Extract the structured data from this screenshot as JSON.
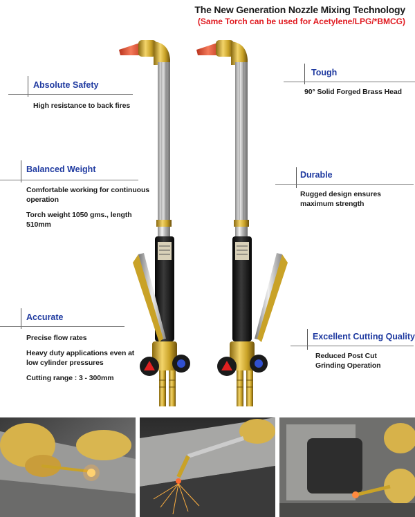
{
  "header": {
    "title": "The New Generation Nozzle Mixing Technology",
    "subtitle": "(Same Torch can be used for Acetylene/LPG/*BMCG)"
  },
  "features_left": [
    {
      "title": "Absolute Safety",
      "lines": [
        "High resistance to back fires"
      ]
    },
    {
      "title": "Balanced Weight",
      "lines": [
        "Comfortable working for continuous operation",
        "Torch weight 1050 gms., length 510mm"
      ]
    },
    {
      "title": "Accurate",
      "lines": [
        "Precise flow rates",
        "Heavy duty applications even at low cylinder pressures",
        "Cutting range : 3 - 300mm"
      ]
    }
  ],
  "features_right": [
    {
      "title": "Tough",
      "lines": [
        "90° Solid Forged Brass Head"
      ]
    },
    {
      "title": "Durable",
      "lines": [
        "Rugged design ensures maximum strength"
      ]
    },
    {
      "title": "Excellent Cutting Quality",
      "lines": [
        "Reduced Post Cut",
        "Grinding Operation"
      ]
    }
  ],
  "colors": {
    "accent_blue": "#1f3aa0",
    "accent_red": "#e0191f",
    "brass": "#c9a227",
    "torch_black": "#1b1b1b",
    "nozzle": "#e4563a"
  },
  "photos": [
    {
      "icon": "welder-gloves-cutting-photo"
    },
    {
      "icon": "torch-sparks-photo"
    },
    {
      "icon": "torch-on-steel-photo"
    }
  ]
}
